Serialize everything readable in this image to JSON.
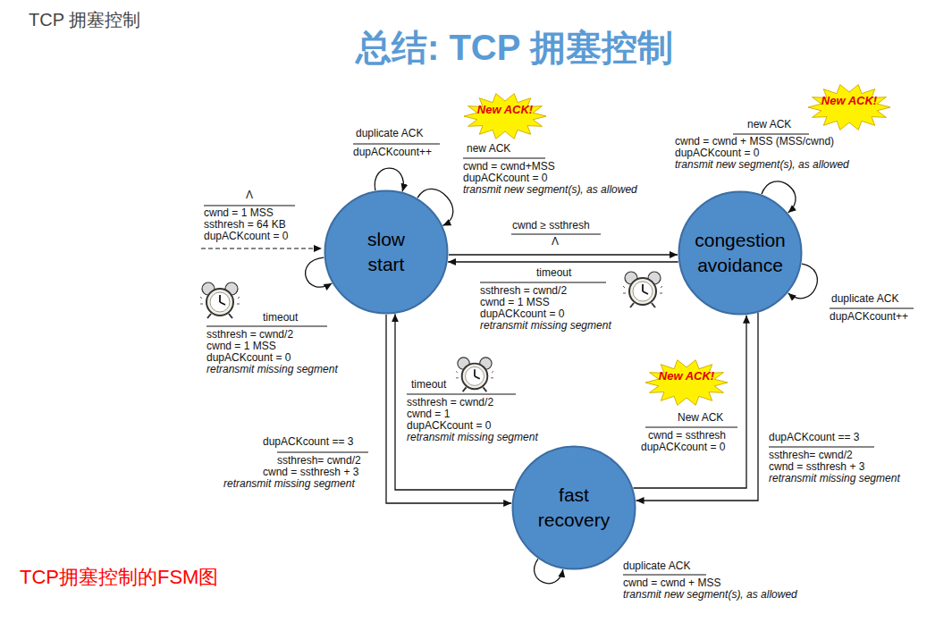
{
  "diagram": {
    "title": "总结: TCP 拥塞控制",
    "caption": "TCP拥塞控制的FSM图",
    "nodes": [
      {
        "text": [
          "slow start"
        ]
      },
      {
        "text": [
          "congestion avoidance"
        ]
      },
      {
        "text": [
          "fast recovery"
        ]
      }
    ],
    "edges": [
      {
        "from": 0,
        "to": 0,
        "arrow": "to",
        "label": "duplicate ACK"
      },
      {
        "from": 0,
        "to": 0,
        "arrow": "to",
        "label": "new ACK"
      },
      {
        "from": 0,
        "to": 0,
        "arrow": "to",
        "label": "timeout"
      },
      {
        "from": 0,
        "to": 1,
        "arrow": "to",
        "label": "cwnd ≥ ssthresh"
      },
      {
        "from": 1,
        "to": 0,
        "arrow": "to",
        "label": "timeout"
      },
      {
        "from": 0,
        "to": 2,
        "arrow": "to",
        "label": "dupACKcount == 3"
      },
      {
        "from": 2,
        "to": 0,
        "arrow": "to",
        "label": "timeout"
      },
      {
        "from": 1,
        "to": 2,
        "arrow": "to",
        "label": "dupACKcount == 3"
      },
      {
        "from": 2,
        "to": 1,
        "arrow": "to",
        "label": "New ACK"
      },
      {
        "from": 1,
        "to": 1,
        "arrow": "to",
        "label": "new ACK"
      },
      {
        "from": 1,
        "to": 1,
        "arrow": "to",
        "label": "duplicate ACK"
      },
      {
        "from": 2,
        "to": 2,
        "arrow": "to",
        "label": "duplicate ACK"
      }
    ],
    "labels": [
      "TCP 拥塞控制",
      "New ACK!",
      "New ACK!",
      "New ACK!",
      "Λ",
      "cwnd = 1 MSS",
      "ssthresh = 64 KB",
      "dupACKcount = 0",
      "dupACKcount++",
      "cwnd = cwnd+MSS",
      "dupACKcount = 0",
      "transmit new segment(s), as allowed",
      "ssthresh = cwnd/2",
      "cwnd = 1 MSS",
      "dupACKcount = 0",
      "retransmit missing segment",
      "Λ",
      "ssthresh = cwnd/2",
      "cwnd = 1 MSS",
      "dupACKcount = 0",
      "retransmit missing segment",
      "ssthresh= cwnd/2",
      "cwnd = ssthresh + 3",
      "retransmit missing segment",
      "ssthresh = cwnd/2",
      "cwnd = 1",
      "dupACKcount = 0",
      "retransmit missing segment",
      "ssthresh= cwnd/2",
      "cwnd = ssthresh + 3",
      "retransmit missing segment",
      "cwnd = ssthresh",
      "dupACKcount = 0",
      "cwnd = cwnd + MSS (MSS/cwnd)",
      "dupACKcount = 0",
      "transmit new segment(s), as allowed",
      "dupACKcount++",
      "cwnd = cwnd + MSS",
      "transmit new segment(s), as allowed"
    ]
  }
}
